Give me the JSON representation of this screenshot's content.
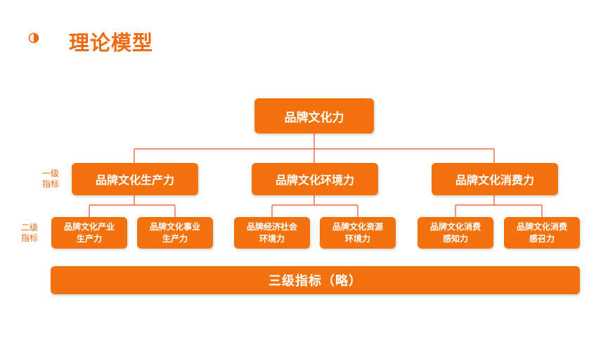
{
  "header": {
    "title": "理论模型",
    "icon": "half-circle-bullet-icon"
  },
  "diagram": {
    "root": "品牌文化力",
    "level_labels": {
      "level1": [
        "一级",
        "指标"
      ],
      "level2": [
        "二级",
        "指标"
      ]
    },
    "level1": [
      {
        "label": "品牌文化生产力",
        "children": [
          [
            "品牌文化产业",
            "生产力"
          ],
          [
            "品牌文化事业",
            "生产力"
          ]
        ]
      },
      {
        "label": "品牌文化环境力",
        "children": [
          [
            "品牌经济社会",
            "环境力"
          ],
          [
            "品牌文化资源",
            "环境力"
          ]
        ]
      },
      {
        "label": "品牌文化消费力",
        "children": [
          [
            "品牌文化消费",
            "感知力"
          ],
          [
            "品牌文化消费",
            "感召力"
          ]
        ]
      }
    ],
    "bottom_bar": "三级指标（略）"
  },
  "colors": {
    "accent": "#f4720d",
    "line": "#e8502a",
    "title": "#ee6a10"
  }
}
